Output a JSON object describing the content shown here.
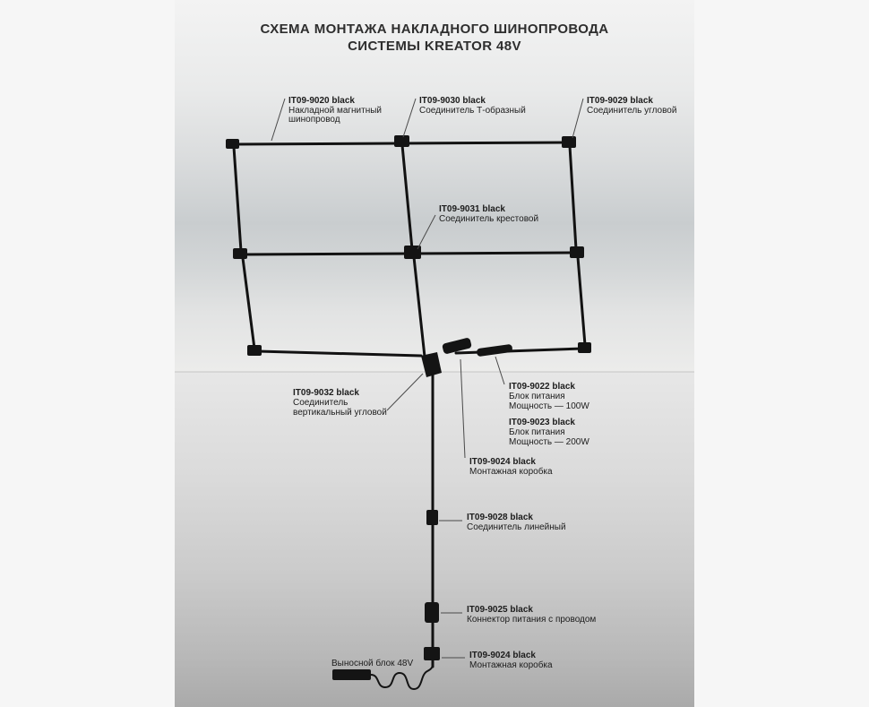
{
  "title": {
    "line1": "СХЕМА МОНТАЖА НАКЛАДНОГО ШИНОПРОВОДА",
    "line2": "СИСТЕМЫ KREATOR 48V"
  },
  "labels": [
    {
      "code": "IT09-9020 black",
      "lines": [
        "Накладной магнитный",
        "шинопровод"
      ]
    },
    {
      "code": "IT09-9030 black",
      "lines": [
        "Соединитель Т-образный"
      ]
    },
    {
      "code": "IT09-9029 black",
      "lines": [
        "Соединитель угловой"
      ]
    },
    {
      "code": "IT09-9031 black",
      "lines": [
        "Соединитель крестовой"
      ]
    },
    {
      "code": "IT09-9032 black",
      "lines": [
        "Соединитель",
        "вертикальный угловой"
      ]
    },
    {
      "code": "IT09-9022 black",
      "lines": [
        "Блок питания",
        "Мощность — 100W"
      ]
    },
    {
      "code": "IT09-9023 black",
      "lines": [
        "Блок питания",
        "Мощность — 200W"
      ]
    },
    {
      "code": "IT09-9024 black",
      "lines": [
        "Монтажная коробка"
      ]
    },
    {
      "code": "IT09-9028 black",
      "lines": [
        "Соединитель линейный"
      ]
    },
    {
      "code": "IT09-9025 black",
      "lines": [
        "Коннектор питания с проводом"
      ]
    },
    {
      "code": "IT09-9024 black",
      "lines": [
        "Монтажная коробка"
      ]
    }
  ],
  "external_unit_label": "Выносной блок 48V",
  "colors": {
    "track": "#121212",
    "text": "#1c1c1c",
    "leader": "#4a4a4a",
    "backdrop_dark_band": "#c9cdcf",
    "wall_bottom": "#aaaaaa"
  }
}
